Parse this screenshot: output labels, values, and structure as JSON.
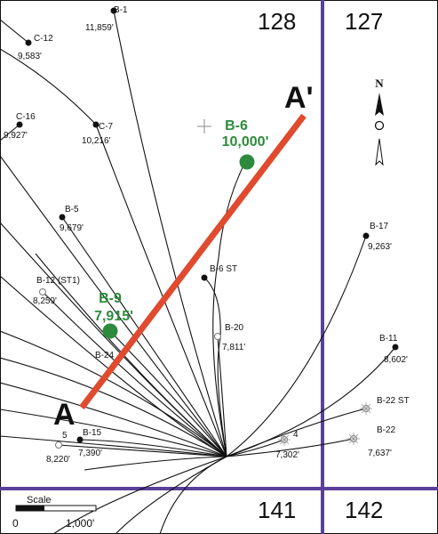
{
  "sections": [
    {
      "id": "128",
      "label": "128"
    },
    {
      "id": "127",
      "label": "127"
    },
    {
      "id": "141",
      "label": "141"
    },
    {
      "id": "142",
      "label": "142"
    }
  ],
  "cross_section": {
    "start": "A",
    "end": "A'"
  },
  "north_label": "N",
  "scale": {
    "title": "Scale",
    "min": "0",
    "max": "1,000'"
  },
  "highlighted_wells": [
    {
      "name": "B-6",
      "depth": "10,000'"
    },
    {
      "name": "B-9",
      "depth": "7,915'"
    }
  ],
  "wells": [
    {
      "name": "B-1",
      "depth": "11,859'"
    },
    {
      "name": "C-12",
      "depth": "9,583'"
    },
    {
      "name": "C-16",
      "depth": "9,927'"
    },
    {
      "name": "C-7",
      "depth": "10,216'"
    },
    {
      "name": "B-5",
      "depth": "9,679'"
    },
    {
      "name": "B-12 (ST1)",
      "depth": "8,259'"
    },
    {
      "name": "B-6 ST",
      "depth": ""
    },
    {
      "name": "B-20",
      "depth": "7,811'"
    },
    {
      "name": "B-24",
      "depth": ""
    },
    {
      "name": "B-17",
      "depth": "9,263'"
    },
    {
      "name": "B-11",
      "depth": "8,602'"
    },
    {
      "name": "B-22 ST",
      "depth": ""
    },
    {
      "name": "B-22",
      "depth": "7,637'"
    },
    {
      "name": "4",
      "depth": "7,302'"
    },
    {
      "name": "5",
      "depth": "8,220'"
    },
    {
      "name": "B-15",
      "depth": "7,390'"
    }
  ],
  "colors": {
    "section_line": "#5b3f99",
    "cross_section_line": "#e04a2e",
    "highlight": "#2e8a3d",
    "well": "#111111"
  }
}
